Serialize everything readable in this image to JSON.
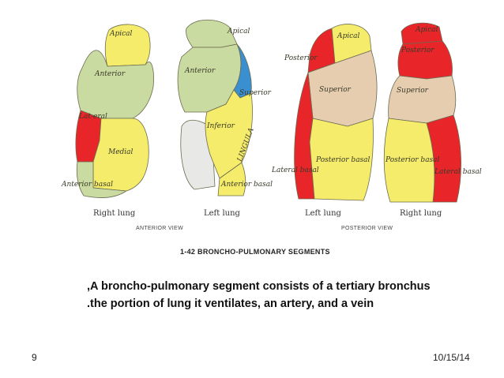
{
  "colors": {
    "green": "#c9dba0",
    "yellow": "#f4ec6a",
    "red": "#e8262a",
    "tan": "#e6cdb0",
    "blue": "#3a8fd0",
    "grey": "#e8e8e6"
  },
  "figure": {
    "segments": {
      "apical": "Apical",
      "anterior": "Anterior",
      "lateral": "Lat-eral",
      "medial": "Medial",
      "anterior_basal": "Anterior basal",
      "superior": "Superior",
      "inferior": "Inferior",
      "lingula": "LINGULA",
      "posterior": "Posterior",
      "posterior_basal": "Posterior basal",
      "lateral_basal": "Lateral basal"
    },
    "captions": {
      "right_lung": "Right lung",
      "left_lung": "Left lung"
    },
    "views": {
      "anterior": "ANTERIOR VIEW",
      "posterior": "POSTERIOR VIEW"
    },
    "title": "1-42  BRONCHO-PULMONARY SEGMENTS"
  },
  "body_text": {
    "line1": ",A broncho-pulmonary segment consists of a tertiary bronchus",
    "line2": ".the portion of lung it ventilates, an artery, and a vein"
  },
  "footer": {
    "slide_number": "9",
    "date": "10/15/14"
  }
}
